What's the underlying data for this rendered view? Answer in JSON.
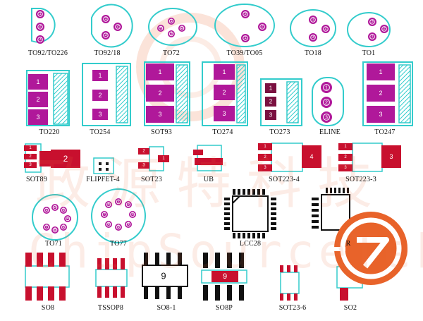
{
  "packages": {
    "to92_to226": "TO92/TO226",
    "to92_18": "TO92/18",
    "to72": "TO72",
    "to39_to05": "TO39/TO05",
    "to18": "TO18",
    "to1": "TO1",
    "to220": "TO220",
    "to254": "TO254",
    "sot93": "SOT93",
    "to274": "TO274",
    "to273": "TO273",
    "eline": "ELINE",
    "to247": "TO247",
    "sot89": "SOT89",
    "flipfet4": "FLIPFET-4",
    "sot23": "SOT23",
    "ub": "UB",
    "sot223_4": "SOT223-4",
    "sot223_3": "SOT223-3",
    "to71": "TO71",
    "to77": "TO77",
    "lcc28": "LCC28",
    "tqfp_partial": "R",
    "so8": "SO8",
    "tssop8": "TSSOP8",
    "so8_1": "SO8-1",
    "so8p": "SO8P",
    "sot23_6": "SOT23-6",
    "so2": "SO2"
  },
  "pins": {
    "n1": "1",
    "n2": "2",
    "n3": "3",
    "n4": "4",
    "n9": "9"
  },
  "watermark": {
    "chinese": "政源特科技",
    "latin": "ChipSourceTek"
  },
  "colors": {
    "pad_magenta": "#b0189a",
    "pad_red": "#c8102e",
    "outline_cyan": "#33cccc",
    "watermark_orange": "#e8632a"
  }
}
